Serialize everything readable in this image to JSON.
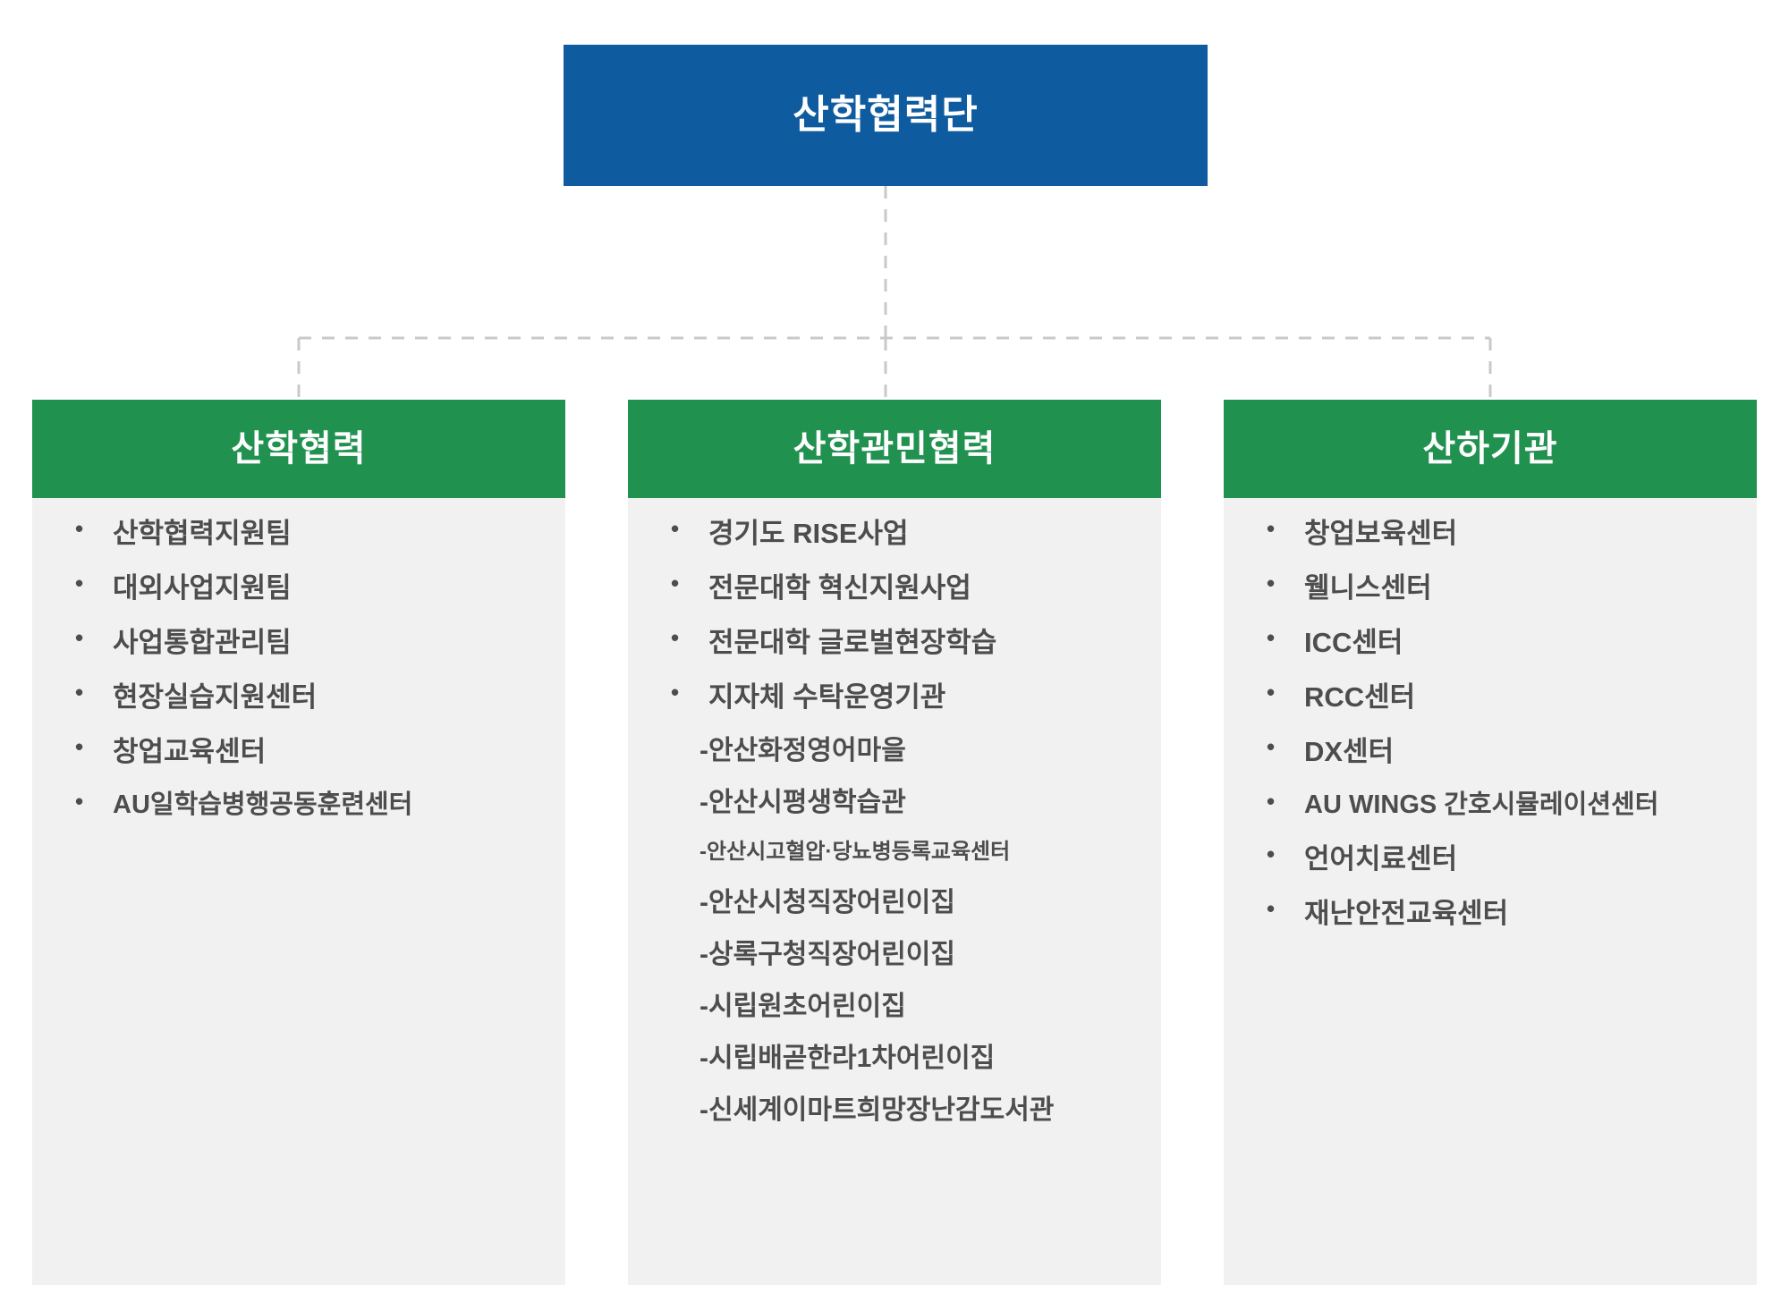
{
  "root": {
    "title": "산학협력단",
    "color": "#0e5ba0"
  },
  "theme": {
    "branch_header_color": "#219150",
    "branch_body_color": "#f1f1f1",
    "text_color": "#4d4d4d",
    "connector_color": "#c9c9c9"
  },
  "branches": [
    {
      "title": "산학협력",
      "items": [
        {
          "label": "산학협력지원팀",
          "type": "bullet"
        },
        {
          "label": "대외사업지원팀",
          "type": "bullet"
        },
        {
          "label": "사업통합관리팀",
          "type": "bullet"
        },
        {
          "label": "현장실습지원센터",
          "type": "bullet"
        },
        {
          "label": "창업교육센터",
          "type": "bullet"
        },
        {
          "label": "AU일학습병행공동훈련센터",
          "type": "bullet"
        }
      ]
    },
    {
      "title": "산학관민협력",
      "items": [
        {
          "label": "경기도 RISE사업",
          "type": "bullet"
        },
        {
          "label": "전문대학 혁신지원사업",
          "type": "bullet"
        },
        {
          "label": "전문대학 글로벌현장학습",
          "type": "bullet"
        },
        {
          "label": "지자체 수탁운영기관",
          "type": "bullet"
        },
        {
          "label": "-안산화정영어마을",
          "type": "sub"
        },
        {
          "label": "-안산시평생학습관",
          "type": "sub"
        },
        {
          "label": "-안산시고혈압·당뇨병등록교육센터",
          "type": "sub-tiny"
        },
        {
          "label": "-안산시청직장어린이집",
          "type": "sub"
        },
        {
          "label": "-상록구청직장어린이집",
          "type": "sub"
        },
        {
          "label": "-시립원초어린이집",
          "type": "sub"
        },
        {
          "label": "-시립배곧한라1차어린이집",
          "type": "sub"
        },
        {
          "label": "-신세계이마트희망장난감도서관",
          "type": "sub"
        }
      ]
    },
    {
      "title": "산하기관",
      "items": [
        {
          "label": "창업보육센터",
          "type": "bullet"
        },
        {
          "label": "웰니스센터",
          "type": "bullet"
        },
        {
          "label": "ICC센터",
          "type": "bullet"
        },
        {
          "label": "RCC센터",
          "type": "bullet"
        },
        {
          "label": "DX센터",
          "type": "bullet"
        },
        {
          "label": "AU WINGS 간호시뮬레이션센터",
          "type": "bullet"
        },
        {
          "label": "언어치료센터",
          "type": "bullet"
        },
        {
          "label": "재난안전교육센터",
          "type": "bullet"
        }
      ]
    }
  ]
}
